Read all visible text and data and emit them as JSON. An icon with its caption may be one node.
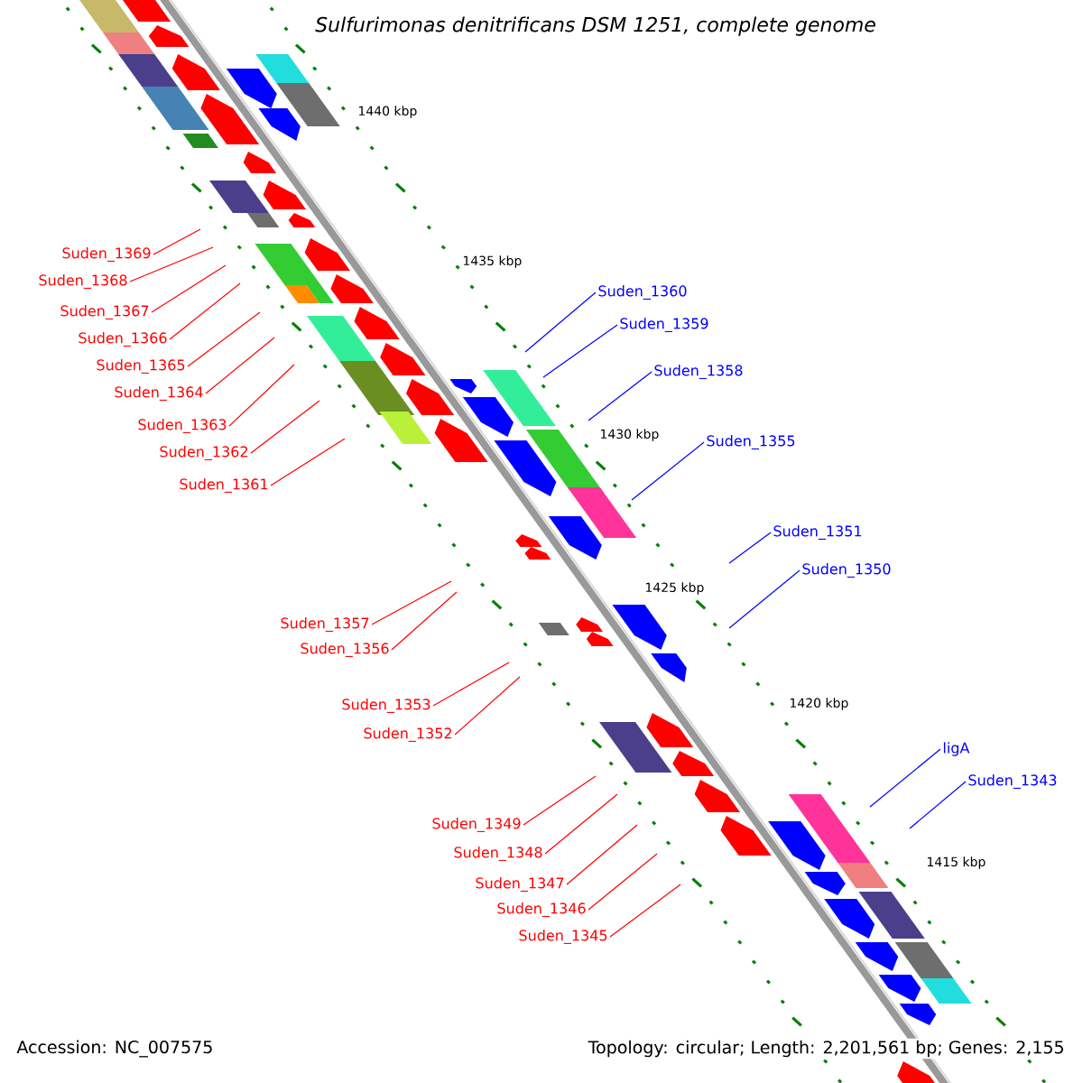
{
  "diagram": {
    "title": "*Sulfurimonas denitrificans* DSM 1251, complete genome",
    "nodes": [
      {
        "text": [
          "Suden_1369"
        ]
      },
      {
        "text": [
          "Suden_1368"
        ]
      },
      {
        "text": [
          "Suden_1360"
        ]
      },
      {
        "text": [
          "Suden_1367"
        ]
      },
      {
        "text": [
          "Suden_1359"
        ]
      },
      {
        "text": [
          "Suden_1366"
        ]
      },
      {
        "text": [
          "Suden_1365"
        ]
      },
      {
        "text": [
          "Suden_1358"
        ]
      },
      {
        "text": [
          "Suden_1364"
        ]
      },
      {
        "text": [
          "Suden_1363"
        ]
      },
      {
        "text": [
          "Suden_1355"
        ]
      },
      {
        "text": [
          "Suden_1362"
        ]
      },
      {
        "text": [
          "Suden_1361"
        ]
      },
      {
        "text": [
          "Suden_1351"
        ]
      },
      {
        "text": [
          "Suden_1350"
        ]
      },
      {
        "text": [
          "Suden_1357"
        ]
      },
      {
        "text": [
          "Suden_1356"
        ]
      },
      {
        "text": [
          "Suden_1353"
        ]
      },
      {
        "text": [
          "Suden_1352"
        ]
      },
      {
        "text": [
          "ligA"
        ]
      },
      {
        "text": [
          "Suden_1343"
        ]
      },
      {
        "text": [
          "Suden_1349"
        ]
      },
      {
        "text": [
          "Suden_1348"
        ]
      },
      {
        "text": [
          "Suden_1347"
        ]
      },
      {
        "text": [
          "Suden_1346"
        ]
      },
      {
        "text": [
          "Suden_1345"
        ]
      }
    ],
    "edges": [
      {
        "from": 0,
        "to": null,
        "arrow": "none"
      },
      {
        "from": 1,
        "to": null,
        "arrow": "none"
      },
      {
        "from": 2,
        "to": null,
        "arrow": "none",
        "color": "#0000ff"
      },
      {
        "from": 3,
        "to": null,
        "arrow": "none"
      },
      {
        "from": 4,
        "to": null,
        "arrow": "none",
        "color": "#0000ff"
      },
      {
        "from": 5,
        "to": null,
        "arrow": "none"
      },
      {
        "from": 6,
        "to": null,
        "arrow": "none"
      },
      {
        "from": 7,
        "to": null,
        "arrow": "none",
        "color": "#0000ff"
      },
      {
        "from": 8,
        "to": null,
        "arrow": "none"
      },
      {
        "from": 9,
        "to": null,
        "arrow": "none"
      },
      {
        "from": 10,
        "to": null,
        "arrow": "none",
        "color": "#0000ff"
      },
      {
        "from": 11,
        "to": null,
        "arrow": "none"
      },
      {
        "from": 12,
        "to": null,
        "arrow": "none"
      },
      {
        "from": 13,
        "to": null,
        "arrow": "none",
        "color": "#0000ff"
      },
      {
        "from": 14,
        "to": null,
        "arrow": "none",
        "color": "#0000ff"
      },
      {
        "from": 15,
        "to": null,
        "arrow": "none"
      },
      {
        "from": 16,
        "to": null,
        "arrow": "none"
      },
      {
        "from": 17,
        "to": null,
        "arrow": "none"
      },
      {
        "from": 18,
        "to": null,
        "arrow": "none"
      },
      {
        "from": 19,
        "to": null,
        "arrow": "none",
        "color": "#0000ff"
      },
      {
        "from": 20,
        "to": null,
        "arrow": "none",
        "color": "#0000ff"
      },
      {
        "from": 21,
        "to": null,
        "arrow": "none"
      },
      {
        "from": 22,
        "to": null,
        "arrow": "none"
      },
      {
        "from": 23,
        "to": null,
        "arrow": "none"
      },
      {
        "from": 24,
        "to": null,
        "arrow": "none"
      },
      {
        "from": 25,
        "to": null,
        "arrow": "none"
      }
    ],
    "labels": [
      "1440 kbp",
      "1435 kbp",
      "1430 kbp",
      "1425 kbp",
      "1420 kbp",
      "1415 kbp",
      "Accession: NC_007575",
      "Topology: circular; Length: 2,201,561 bp; Genes: 2,155"
    ]
  }
}
